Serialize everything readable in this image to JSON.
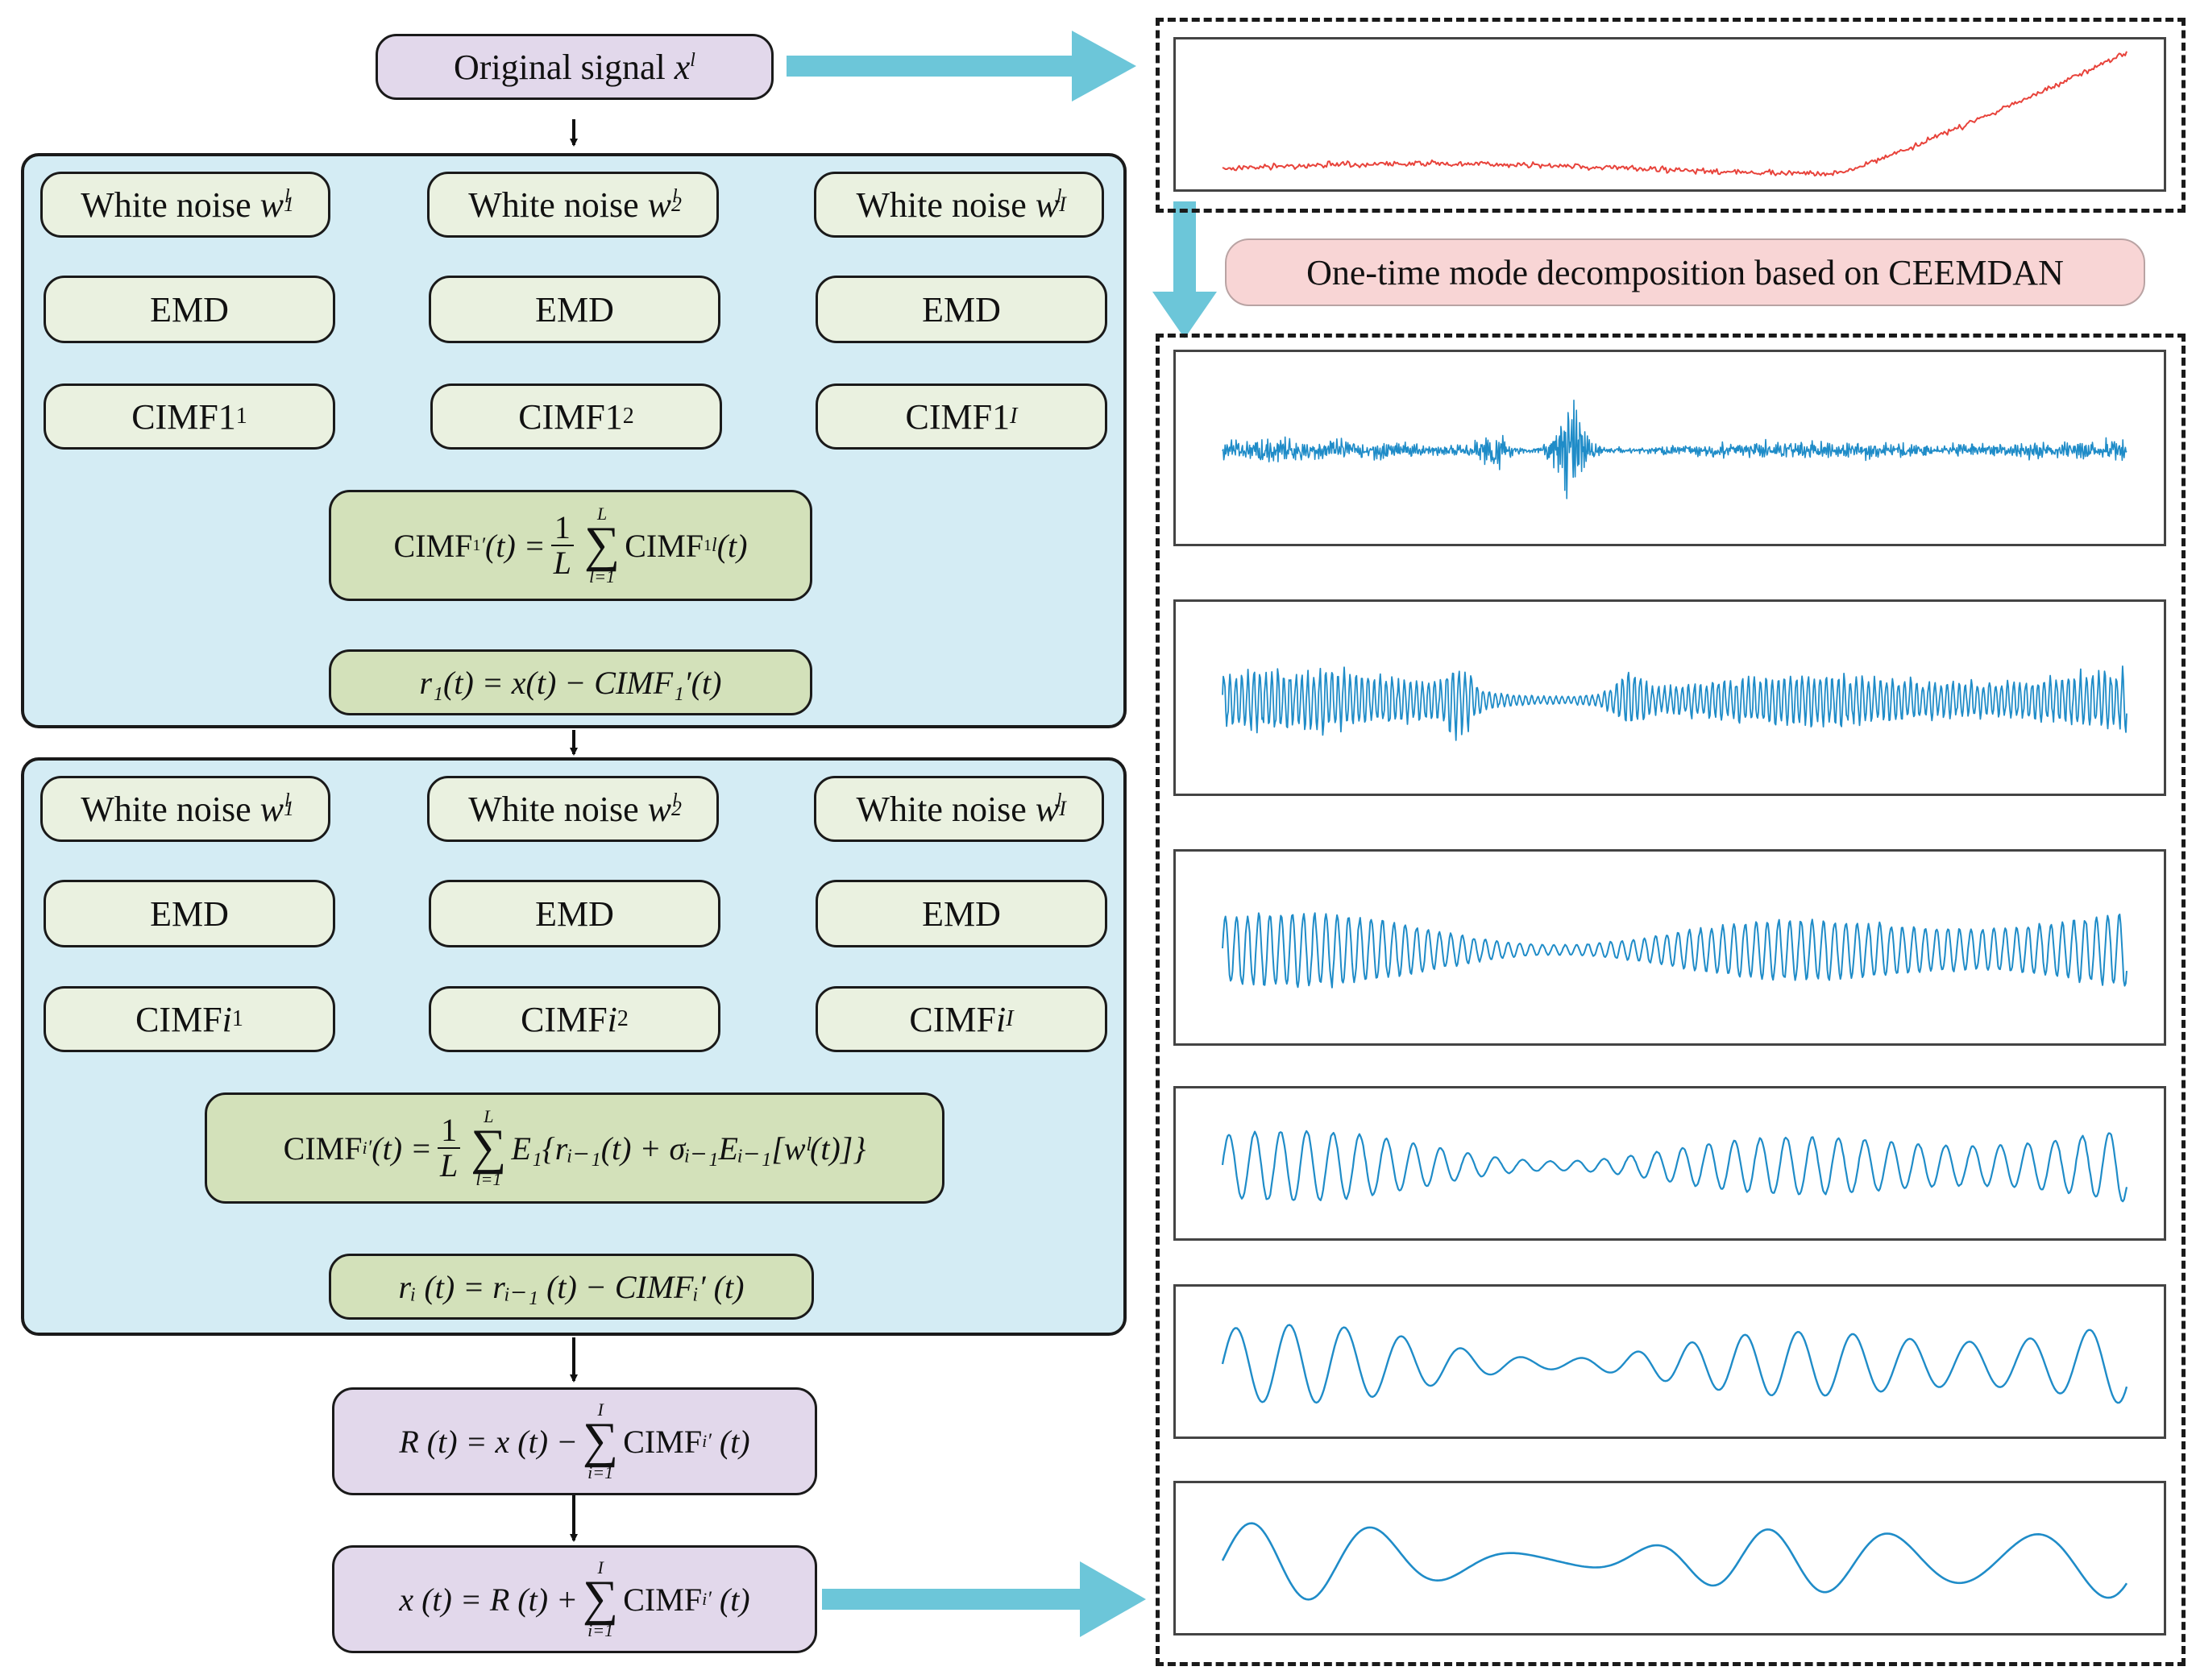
{
  "nodes": {
    "original_signal": "Original signal",
    "original_signal_var": "x",
    "original_signal_sup": "l",
    "white_noise_label": "White noise",
    "emd_label": "EMD",
    "noise_vars": [
      {
        "base": "w",
        "sub": "1",
        "sup": "l"
      },
      {
        "base": "w",
        "sub": "2",
        "sup": "l"
      },
      {
        "base": "w",
        "sub": "I",
        "sup": "l"
      }
    ],
    "cimf_stage1": [
      {
        "base": "CIMF1",
        "sub": "1"
      },
      {
        "base": "CIMF1",
        "sub": "2"
      },
      {
        "base": "CIMF1",
        "sub": "I"
      }
    ],
    "cimf_stage_i": [
      {
        "base": "CIMF",
        "mid": "i",
        "sub": "1"
      },
      {
        "base": "CIMF",
        "mid": "i",
        "sub": "2"
      },
      {
        "base": "CIMF",
        "mid": "i",
        "sub": "I"
      }
    ]
  },
  "formulas": {
    "avg1_lhs": "CIMF",
    "avg1_rhs": "CIMF",
    "r1": "r₁(t) = x(t) − CIMF₁′(t)",
    "avg_i_lhs": "CIMF",
    "avg_i_body": "E₁{rᵢ₋₁(t) + σᵢ₋₁Eᵢ₋₁[wˡ(t)]}",
    "ri": "rᵢ (t) = rᵢ₋₁ (t) − CIMFᵢ′ (t)",
    "R": "R (t) = x (t) −",
    "x_recon": "x (t) = R (t) +",
    "sum_sym": "∑",
    "sum_upper_L": "L",
    "sum_lower_l": "l=1",
    "sum_upper_I": "I",
    "sum_lower_i": "i=1",
    "frac_num": "1",
    "frac_den": "L"
  },
  "right_panel": {
    "decomposition_label": "One-time mode decomposition based on CEEMDAN"
  },
  "colors": {
    "arrow": "#6cc6d9",
    "original_trace": "#e8433b",
    "imf_trace": "#1f8cc8"
  }
}
